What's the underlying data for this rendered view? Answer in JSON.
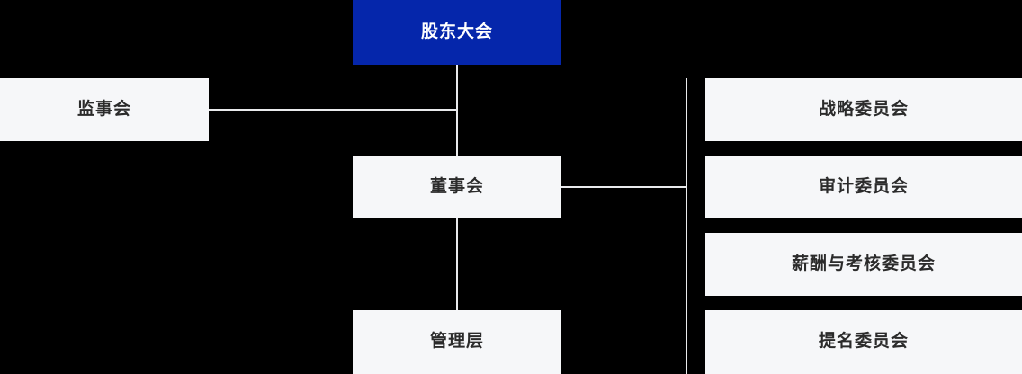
{
  "chart": {
    "type": "org-chart",
    "background_color": "#000000",
    "node_fill_color": "#f6f7f9",
    "primary_fill_color": "#0526ab",
    "connector_color": "#e9eaec",
    "text_color": "#2b2b2b",
    "primary_text_color": "#ffffff",
    "nodes": {
      "shareholders": {
        "label": "股东大会"
      },
      "supervisory": {
        "label": "监事会"
      },
      "board": {
        "label": "董事会"
      },
      "management": {
        "label": "管理层"
      },
      "strategy": {
        "label": "战略委员会"
      },
      "audit": {
        "label": "审计委员会"
      },
      "compensation": {
        "label": "薪酬与考核委员会"
      },
      "nomination": {
        "label": "提名委员会"
      }
    }
  }
}
